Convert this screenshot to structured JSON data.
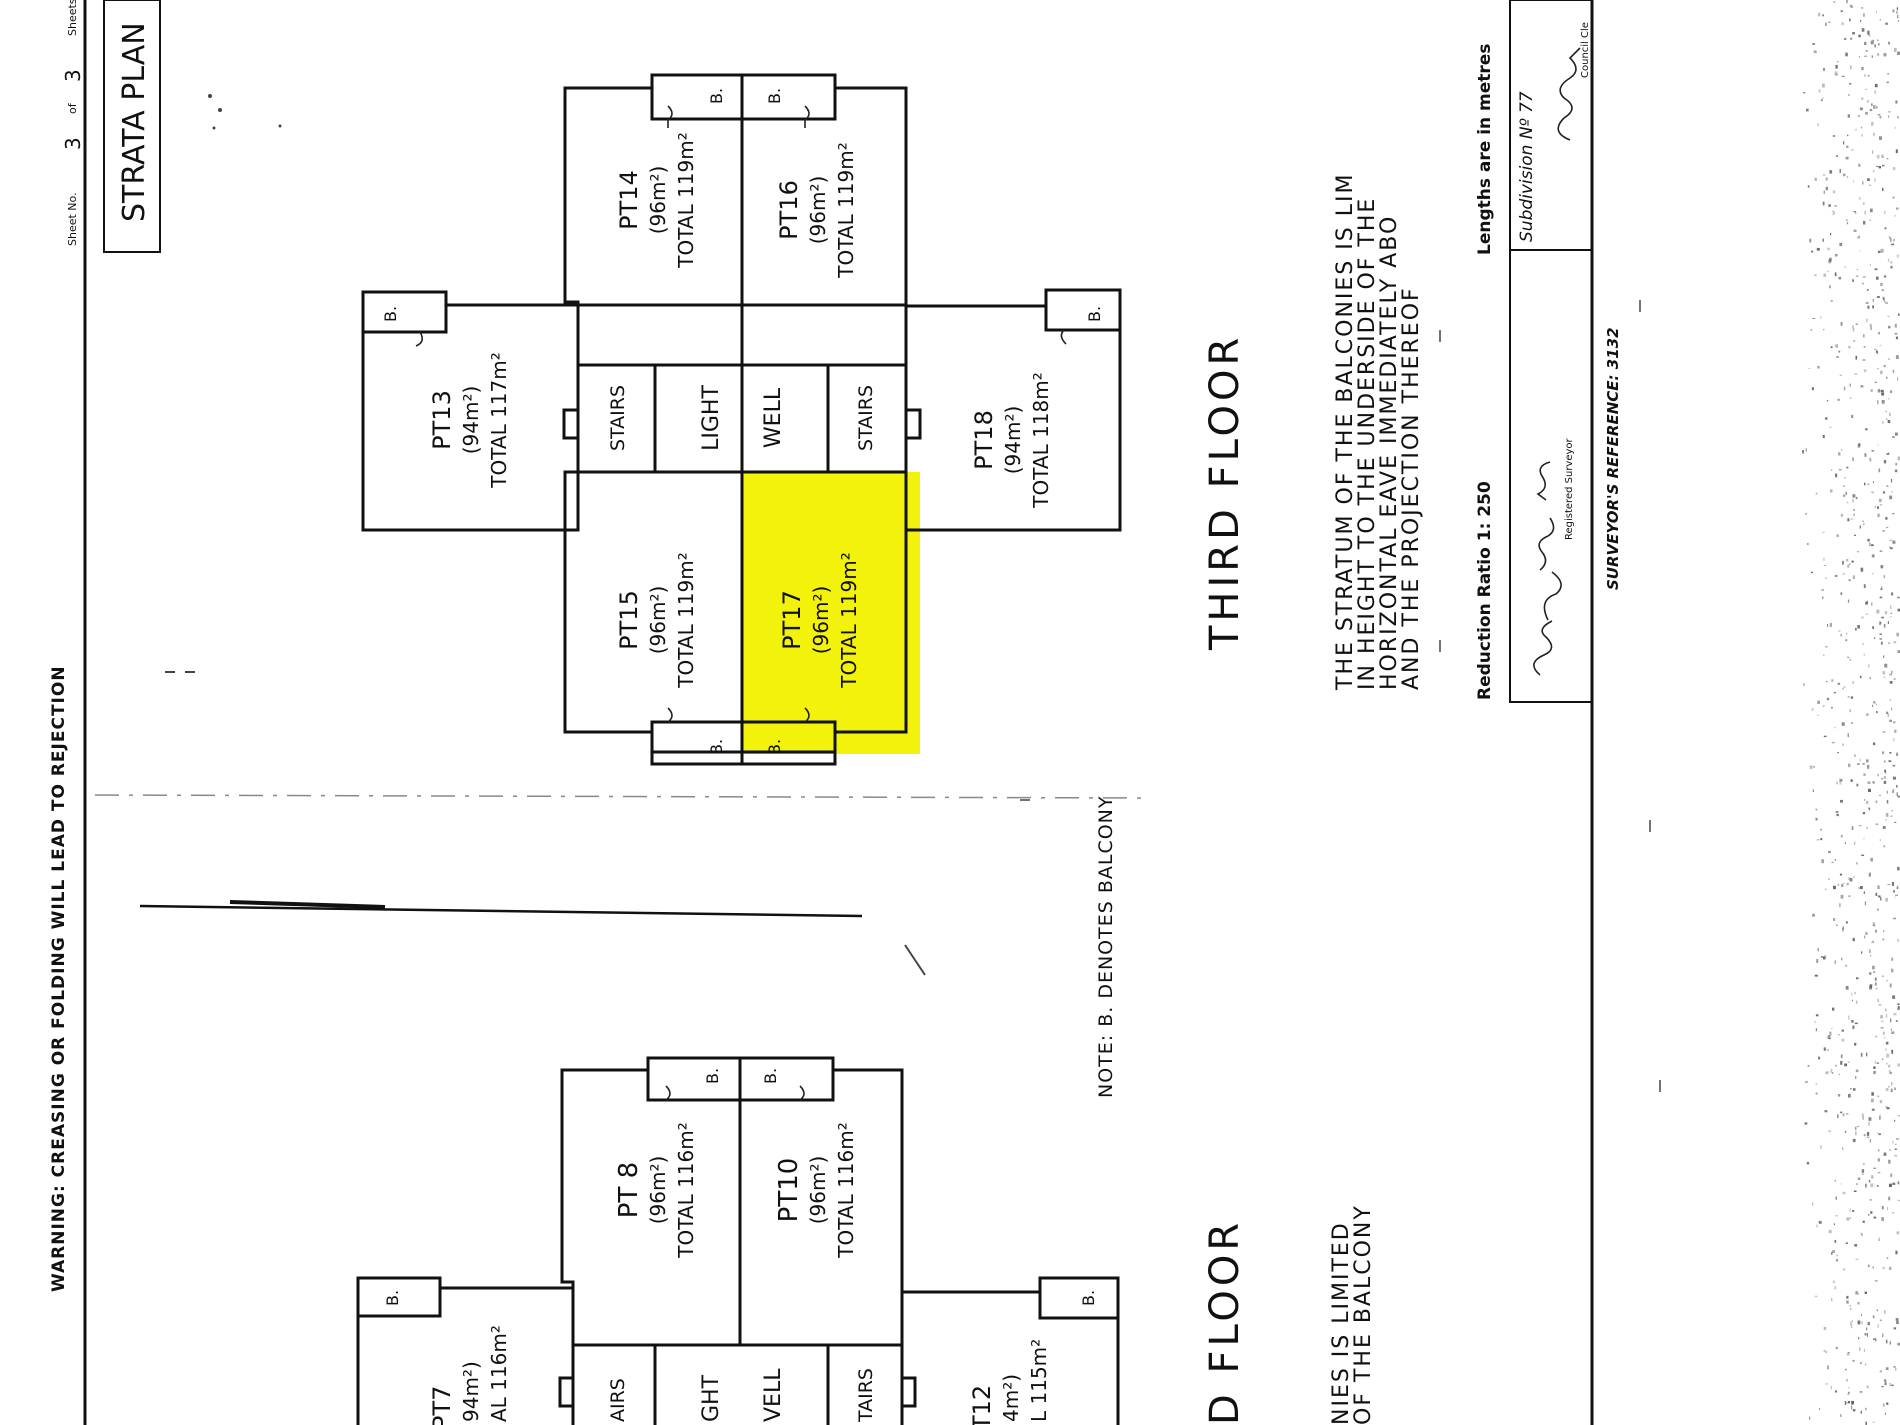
{
  "sheet": {
    "warning": "WARNING: CREASING OR FOLDING WILL LEAD TO REJECTION",
    "sheet_no_label": "Sheet No.",
    "sheet_no": "3",
    "of_label": "of",
    "of_total": "3",
    "sheets_label": "Sheets",
    "plan_title": "STRATA PLAN"
  },
  "third_floor": {
    "title": "THIRD FLOOR",
    "highlight_color": "#f2f20a",
    "lots": [
      {
        "id": "pt13",
        "name": "PT13",
        "area": "(94m²)",
        "total": "TOTAL 117m²"
      },
      {
        "id": "pt14",
        "name": "PT14",
        "area": "(96m²)",
        "total": "TOTAL 119m²"
      },
      {
        "id": "pt15",
        "name": "PT15",
        "area": "(96m²)",
        "total": "TOTAL 119m²"
      },
      {
        "id": "pt16",
        "name": "PT16",
        "area": "(96m²)",
        "total": "TOTAL 119m²"
      },
      {
        "id": "pt17",
        "name": "PT17",
        "area": "(96m²)",
        "total": "TOTAL 119m²"
      },
      {
        "id": "pt18",
        "name": "PT18",
        "area": "(94m²)",
        "total": "TOTAL 118m²"
      }
    ],
    "stairs": "STAIRS",
    "light": "LIGHT",
    "well": "WELL",
    "balcony_mark": "B."
  },
  "second_floor": {
    "title_fragment": "D FLOOR",
    "lots": [
      {
        "id": "pt7",
        "name": "PT7",
        "area": "94m²)",
        "total": "AL 116m²"
      },
      {
        "id": "pt8",
        "name": "PT 8",
        "area": "(96m²)",
        "total": "TOTAL 116m²"
      },
      {
        "id": "pt10",
        "name": "PT10",
        "area": "(96m²)",
        "total": "TOTAL 116m²"
      },
      {
        "id": "pt12",
        "name": "T12",
        "area": "4m²)",
        "total": "L 115m²"
      }
    ],
    "stairs_left": "AIRS",
    "light": "GHT",
    "well": "VELL",
    "stairs_right": "TAIRS",
    "stratum_line1": "NIES IS LIMITED",
    "stratum_line2": "OF THE BALCONY"
  },
  "note": "NOTE: B. DENOTES BALCONY",
  "stratum_note": [
    "THE STRATUM OF THE BALCONIES IS LIM",
    "IN HEIGHT TO THE UNDERSIDE OF THE",
    "HORIZONTAL EAVE IMMEDIATELY ABO",
    "AND THE PROJECTION THEREOF"
  ],
  "reduction_ratio_label": "Reduction Ratio 1: 250",
  "lengths_label": "Lengths are in metres",
  "registered_surveyor_label": "Registered Surveyor",
  "subdivision_label": "Subdivision Nº 77",
  "council_label": "Council Cle",
  "surveyors_reference": "SURVEYOR'S REFERENCE: 3132"
}
